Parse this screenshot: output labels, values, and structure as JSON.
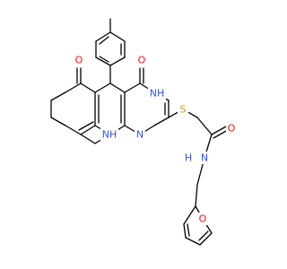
{
  "molecule": {
    "atoms": [
      {
        "id": "O1",
        "label": "O",
        "color": "#ff0d0d"
      },
      {
        "id": "O2",
        "label": "O",
        "color": "#ff0d0d"
      },
      {
        "id": "N3",
        "label": "NH",
        "color": "#3050f8"
      },
      {
        "id": "N1",
        "label": "N",
        "color": "#3050f8"
      },
      {
        "id": "N10",
        "label": "NH",
        "color": "#3050f8"
      },
      {
        "id": "S",
        "label": "S",
        "color": "#c6a200"
      },
      {
        "id": "O3",
        "label": "O",
        "color": "#ff0d0d"
      },
      {
        "id": "NA",
        "label": "N",
        "color": "#3050f8"
      },
      {
        "id": "HA",
        "label": "H",
        "color": "#3050f8"
      },
      {
        "id": "OF",
        "label": "O",
        "color": "#ff0d0d"
      }
    ],
    "colors": {
      "bond": "#000000",
      "background": "#ffffff"
    }
  }
}
